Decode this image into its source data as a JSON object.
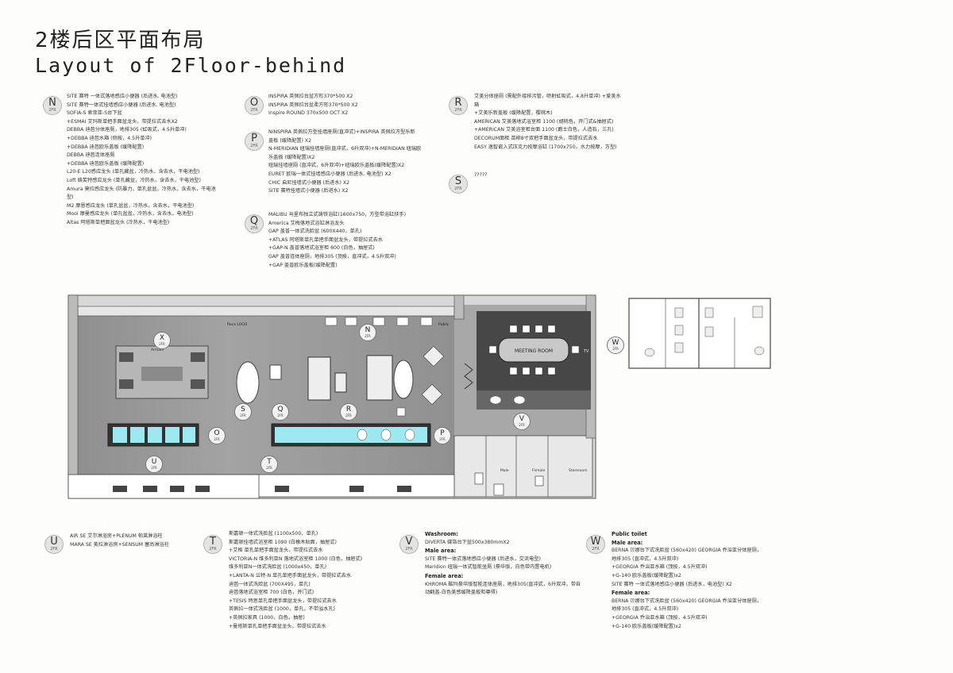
{
  "title": {
    "cn": "2楼后区平面布局",
    "en": "Layout of 2Floor-behind"
  },
  "floor_code": "2FR",
  "legend": {
    "N": [
      "SITE 赛特 一体式落地感应小便器 (后进水. 电池型)",
      "SITE 赛特一体式挂墙感应小便器 (后进水. 电池型)",
      "SOFIA-S 索菲亚-S台下盆",
      "+ESMAI 艾玛斯单把手面盆龙头，带提拉式去水X2",
      "DEBBA 迪芭分体座厕，地排305 (虹吸式，4.5升单冲)",
      "+DEBBA 迪芭水箱 (侧按，4.5升单冲)",
      "+DEBBA 迪芭欧乐盖板 (缓降配置)",
      "DEBBA 迪芭连体座厕",
      "+DEBBA 迪芭欧乐盖板 (缓降配置)",
      "L20-E L20感应龙头 (单孔藏盆，冷热水，含去水，干电池型)",
      "Loft 络芙特感应龙头 (单孔藏盆，冷热水，含去水，干电池型)",
      "Amura 莫拉感应龙头 (防暴力，单孔盆盆，冷热水，含去水，干电池",
      "型)",
      "M2 摩恩感应龙头 (单孔盆盆，冷热水，含去水，干电池型)",
      "Mooi 摩曼感应龙头 (单孔盆盆，冷热水，含去水，电池型)",
      "Altas 阿塔斯单把面盆龙头 (冷热水，干电池型)"
    ],
    "O": [
      "INSPIRA 英佩拉台盆方形370*500 X2",
      "INSPIRA 英佩拉台盆柔方形370*500 X2",
      "Inspire ROUND 370x500 OCT X2"
    ],
    "P": [
      "NINSPIRA 英佩拉方型挂墙座厕(直冲式)+INSPIRA 英佩拉方型乐新",
      "盖板 (缓降配置) X2",
      "N-MERIDIAN 纽瑞挂墙座厕(直冲式，6升双冲)+N-MERIDIAN 纽瑞欧",
      "乐盖板 (缓降配置)X2",
      "纽瑞挂墙座厕 (直冲式，6升双冲)+纽瑞欧乐盖板(缓降配置)X2",
      "EURET 欧瑞一体式挂墙感应小便器 (后进水. 电池型) X2",
      "CHIC 启尼挂墙式小便器 (后进水) X2",
      "SITE 赛特挂墙式小便器 (后进水) X2"
    ],
    "Q": [
      "MALIBU 马里布独立式铸铁浴缸(1600x750，方型带浴缸扶手)",
      "America 艾梅落地式浴缸淋浴龙头",
      "GAP 盖普一体式洗脸盆 (600X440，单孔)",
      "+ATLAS 阿塔斯单孔单把手面盆龙头，带提拉式去水",
      "+GAP-N 盖普落地式浴室柜 600 (白色，抽屉式)",
      "GAP 盖普连体座厕，地排305 (顶按，直冲式，4.5升双冲)",
      "+GAP 盖普欧乐盖板(缓降配置)"
    ],
    "R": [
      "艾美分体座厕 (需配外接排污管，喷射虹吸式，4.8升单冲) +爱美水",
      "箱",
      "+艾美乐新盖板 (缓降配置，樱桃木)",
      "AMERICAN 艾美落地式浴室柜 1100 (胡桃色，开门式&抽屉式)",
      "+AMERICAN 艾美浴室柜台面 1100 (爵士白色，人造石，三孔)",
      "DECORUM面柜 苗柳8寸双把手面盆龙头，带提拉式去水",
      "EASY 逸智嵌入式压克力按摩浴缸 (1700x750，水力按摩，方型)"
    ],
    "S": [
      "?????"
    ],
    "U": [
      "AIR SE 艾尔淋浴房+PLENUM 帕莱淋浴柱",
      "MARA SE 美拉淋浴房+SENSUM 塞尚淋浴柱"
    ],
    "T": [
      "斯嘉顿一体式洗脸盆 (1100x500，单孔)",
      "斯嘉顿挂墙式浴室柜 1090 (白橡木贴面，抽屉式)",
      "+艾格 单孔单把手面盆龙头，带提拉式去水",
      "VICTORIA-N 维多利亚N 落地式浴室柜 1000 (白色，抽屉式)",
      "维多利亚N一体式洗脸盆 (1000x450，单孔)",
      "+LANTA-N 兰特-N 单孔单把手面盆龙头，带提拉式去水",
      "迪芭一体式洗脸盆 (700X495，单孔)",
      "迪芭落地式浴室柜 700 (白色，开门式)",
      "+TESIS 特思单孔单把手面盆龙头，带提拉式去水",
      "英佩拉一体式洗脸盆 (1000，单孔，不带溢水孔)",
      "+英佩拉家具 (1000，白色，抽屉)",
      "+曼塔斯单孔单把手面盆龙头，带提拉式去水"
    ],
    "V": [
      "Washroom:",
      "DIVERTA 碟箔台下盆500x380mmX2",
      "Male area:",
      "SITE 赛特一体式落地感应小便器 (后进水，交流电型)",
      "Meridion 纽瑞一体式智能坐厕 (豪华版，白色带内置电机)",
      "Female area:",
      "KHROMA 酷玛豪华版智能连体座厕，地排305(直冲式，6升双冲，带自",
      "动翻盖-白色美感缓降盖板和尊得)"
    ],
    "W": [
      "Public toilet",
      "Male area:",
      "BERNA 贝娜台下式洗脸盆 (560x420) GEORGIA 乔治亚分体座厕，",
      "地排305 (直冲式，4.5升双冲)",
      "+GEORGIA 乔治亚水箱 (顶按，4.5升双冲)",
      "+G-140 欧乐盖板(缓降配置)x2",
      "SITE 赛特 一体式落地感应小便器 (后进水，电池型) X2",
      "Female area:",
      "BERNA 贝娜台下式洗脸盆 (560x420) GEORGIA 乔治亚分体座厕，",
      "地排305 (直冲式，4.5升双冲)",
      "+GEORGIA 乔治亚水箱 (顶按，4.5升双冲)",
      "+G-140 欧乐盖板(缓降配置)x2"
    ]
  },
  "plan": {
    "meeting_room": "MEETING ROOM",
    "tv": "TV",
    "logo_label": "Roca LOGO",
    "public_label": "Public",
    "armani_label": "Armani",
    "male_label": "Male",
    "female_label": "Female",
    "storeroom_label": "Storeroom"
  },
  "colors": {
    "floor": "#9c9c9c",
    "wall": "#444444",
    "glow": "#9ee8f2",
    "badge": "#e3e3e3"
  }
}
